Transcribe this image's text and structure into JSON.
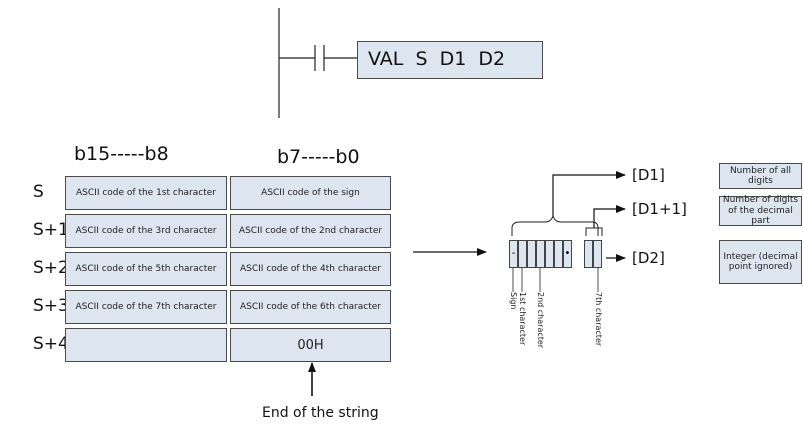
{
  "instruction": {
    "text": "VAL  S  D1  D2"
  },
  "bit_headers": {
    "high": "b15-----b8",
    "low": "b7-----b0"
  },
  "rows": [
    {
      "label": "S",
      "high": "ASCII code of the 1st character",
      "low": "ASCII code of the sign"
    },
    {
      "label": "S+1",
      "high": "ASCII code of the 3rd character",
      "low": "ASCII code of the 2nd character"
    },
    {
      "label": "S+2",
      "high": "ASCII code of the 5th character",
      "low": "ASCII code of the 4th character"
    },
    {
      "label": "S+3",
      "high": "ASCII code of the 7th character",
      "low": "ASCII code of the 6th character"
    },
    {
      "label": "S+4",
      "high": "",
      "low": "00H"
    }
  ],
  "end_label": "End of the string",
  "outputs": [
    {
      "label": "[D1]",
      "desc": "Number of all digits"
    },
    {
      "label": "[D1+1]",
      "desc": "Number of digits of the decimal part"
    },
    {
      "label": "[D2]",
      "desc": "Integer (decimal point ignored)"
    }
  ],
  "digits": {
    "sign_glyph": "-",
    "point_glyph": "•"
  },
  "char_labels": [
    "Sign",
    "1st character",
    "2nd character",
    "7th character"
  ]
}
